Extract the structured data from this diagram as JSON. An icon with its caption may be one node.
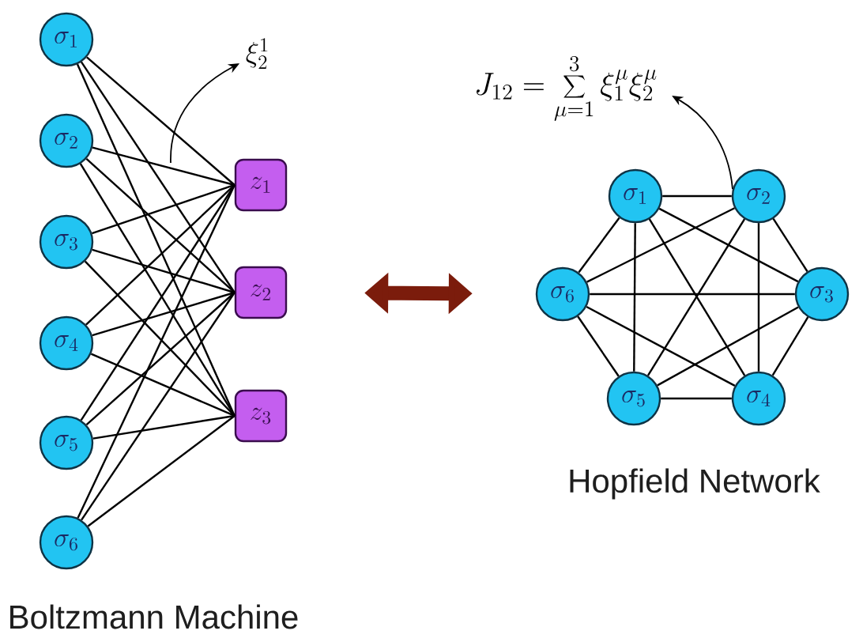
{
  "diagram": {
    "nodes": [
      {
        "text": [
          "\\sigma_1"
        ]
      },
      {
        "text": [
          "\\sigma_2"
        ]
      },
      {
        "text": [
          "\\sigma_3"
        ]
      },
      {
        "text": [
          "\\sigma_4"
        ]
      },
      {
        "text": [
          "\\sigma_5"
        ]
      },
      {
        "text": [
          "\\sigma_6"
        ]
      },
      {
        "text": [
          "z_1"
        ]
      },
      {
        "text": [
          "z_2"
        ]
      },
      {
        "text": [
          "z_3"
        ]
      },
      {
        "text": [
          "\\xi_2^1"
        ]
      },
      {
        "text": [
          "J_{12}=\\sum_{\\mu=1}^{3}\\xi_1^{\\mu}\\xi_2^{\\mu}"
        ]
      },
      {
        "text": [
          "\\sigma_1"
        ]
      },
      {
        "text": [
          "\\sigma_2"
        ]
      },
      {
        "text": [
          "\\sigma_3"
        ]
      },
      {
        "text": [
          "\\sigma_4"
        ]
      },
      {
        "text": [
          "\\sigma_5"
        ]
      },
      {
        "text": [
          "\\sigma_6"
        ]
      }
    ],
    "edges": [
      {
        "from": 0,
        "to": 6,
        "arrow": "none"
      },
      {
        "from": 0,
        "to": 7,
        "arrow": "none"
      },
      {
        "from": 0,
        "to": 8,
        "arrow": "none"
      },
      {
        "from": 1,
        "to": 6,
        "arrow": "none"
      },
      {
        "from": 1,
        "to": 7,
        "arrow": "none"
      },
      {
        "from": 1,
        "to": 8,
        "arrow": "none"
      },
      {
        "from": 2,
        "to": 6,
        "arrow": "none"
      },
      {
        "from": 2,
        "to": 7,
        "arrow": "none"
      },
      {
        "from": 2,
        "to": 8,
        "arrow": "none"
      },
      {
        "from": 3,
        "to": 6,
        "arrow": "none"
      },
      {
        "from": 3,
        "to": 7,
        "arrow": "none"
      },
      {
        "from": 3,
        "to": 8,
        "arrow": "none"
      },
      {
        "from": 4,
        "to": 6,
        "arrow": "none"
      },
      {
        "from": 4,
        "to": 7,
        "arrow": "none"
      },
      {
        "from": 4,
        "to": 8,
        "arrow": "none"
      },
      {
        "from": 5,
        "to": 6,
        "arrow": "none"
      },
      {
        "from": 5,
        "to": 7,
        "arrow": "none"
      },
      {
        "from": 5,
        "to": 8,
        "arrow": "none"
      },
      {
        "from": 11,
        "to": 12,
        "arrow": "none"
      },
      {
        "from": 11,
        "to": 13,
        "arrow": "none"
      },
      {
        "from": 11,
        "to": 14,
        "arrow": "none"
      },
      {
        "from": 11,
        "to": 15,
        "arrow": "none"
      },
      {
        "from": 11,
        "to": 16,
        "arrow": "none"
      },
      {
        "from": 12,
        "to": 13,
        "arrow": "none"
      },
      {
        "from": 12,
        "to": 14,
        "arrow": "none"
      },
      {
        "from": 12,
        "to": 15,
        "arrow": "none"
      },
      {
        "from": 12,
        "to": 16,
        "arrow": "none"
      },
      {
        "from": 13,
        "to": 14,
        "arrow": "none"
      },
      {
        "from": 13,
        "to": 15,
        "arrow": "none"
      },
      {
        "from": 13,
        "to": 16,
        "arrow": "none"
      },
      {
        "from": 14,
        "to": 15,
        "arrow": "none"
      },
      {
        "from": 14,
        "to": 16,
        "arrow": "none"
      },
      {
        "from": 15,
        "to": 16,
        "arrow": "none"
      },
      {
        "from": null,
        "to": 9,
        "arrow": "to"
      },
      {
        "from": 12,
        "to": 10,
        "arrow": "to"
      },
      {
        "from": 7,
        "to": 16,
        "arrow": "both",
        "style": "thick",
        "color": "#7b1c0c"
      }
    ],
    "labels": [
      "Boltzmann Machine",
      "Hopfield Network"
    ]
  }
}
